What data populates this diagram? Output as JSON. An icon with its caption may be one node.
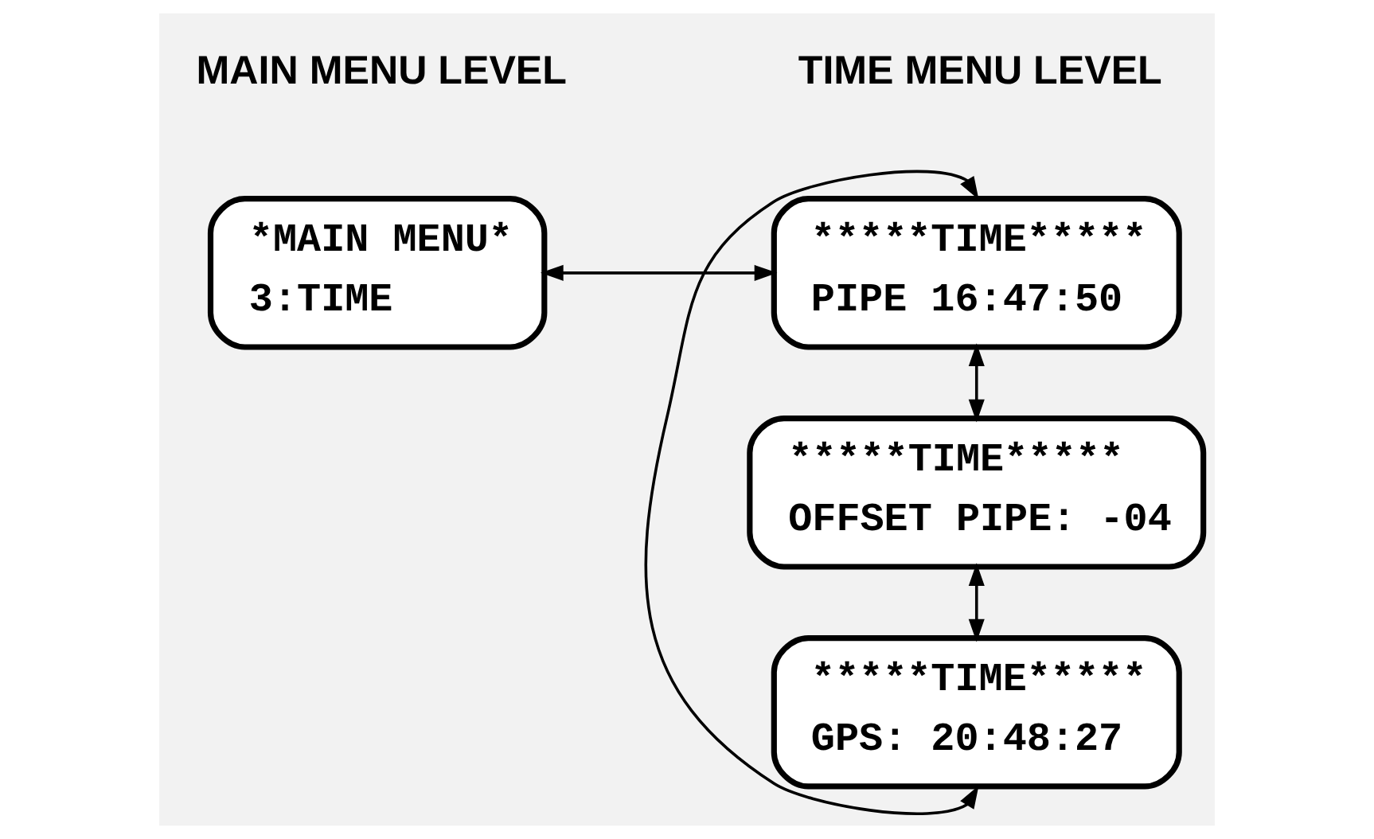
{
  "diagram": {
    "nodes": [
      {
        "text": [
          "*MAIN MENU*",
          "3:TIME"
        ]
      },
      {
        "text": [
          "*****TIME*****",
          "PIPE 16:47:50"
        ]
      },
      {
        "text": [
          "*****TIME*****",
          "OFFSET PIPE: -04"
        ]
      },
      {
        "text": [
          "*****TIME*****",
          "GPS: 20:48:27"
        ]
      }
    ],
    "edges": [
      {
        "from": 0,
        "to": 1,
        "arrow": "both"
      },
      {
        "from": 1,
        "to": 2,
        "arrow": "both"
      },
      {
        "from": 2,
        "to": 3,
        "arrow": "both"
      },
      {
        "from": 3,
        "to": 1,
        "arrow": "both"
      }
    ],
    "labels": [
      "MAIN MENU LEVEL",
      "TIME MENU LEVEL"
    ]
  }
}
